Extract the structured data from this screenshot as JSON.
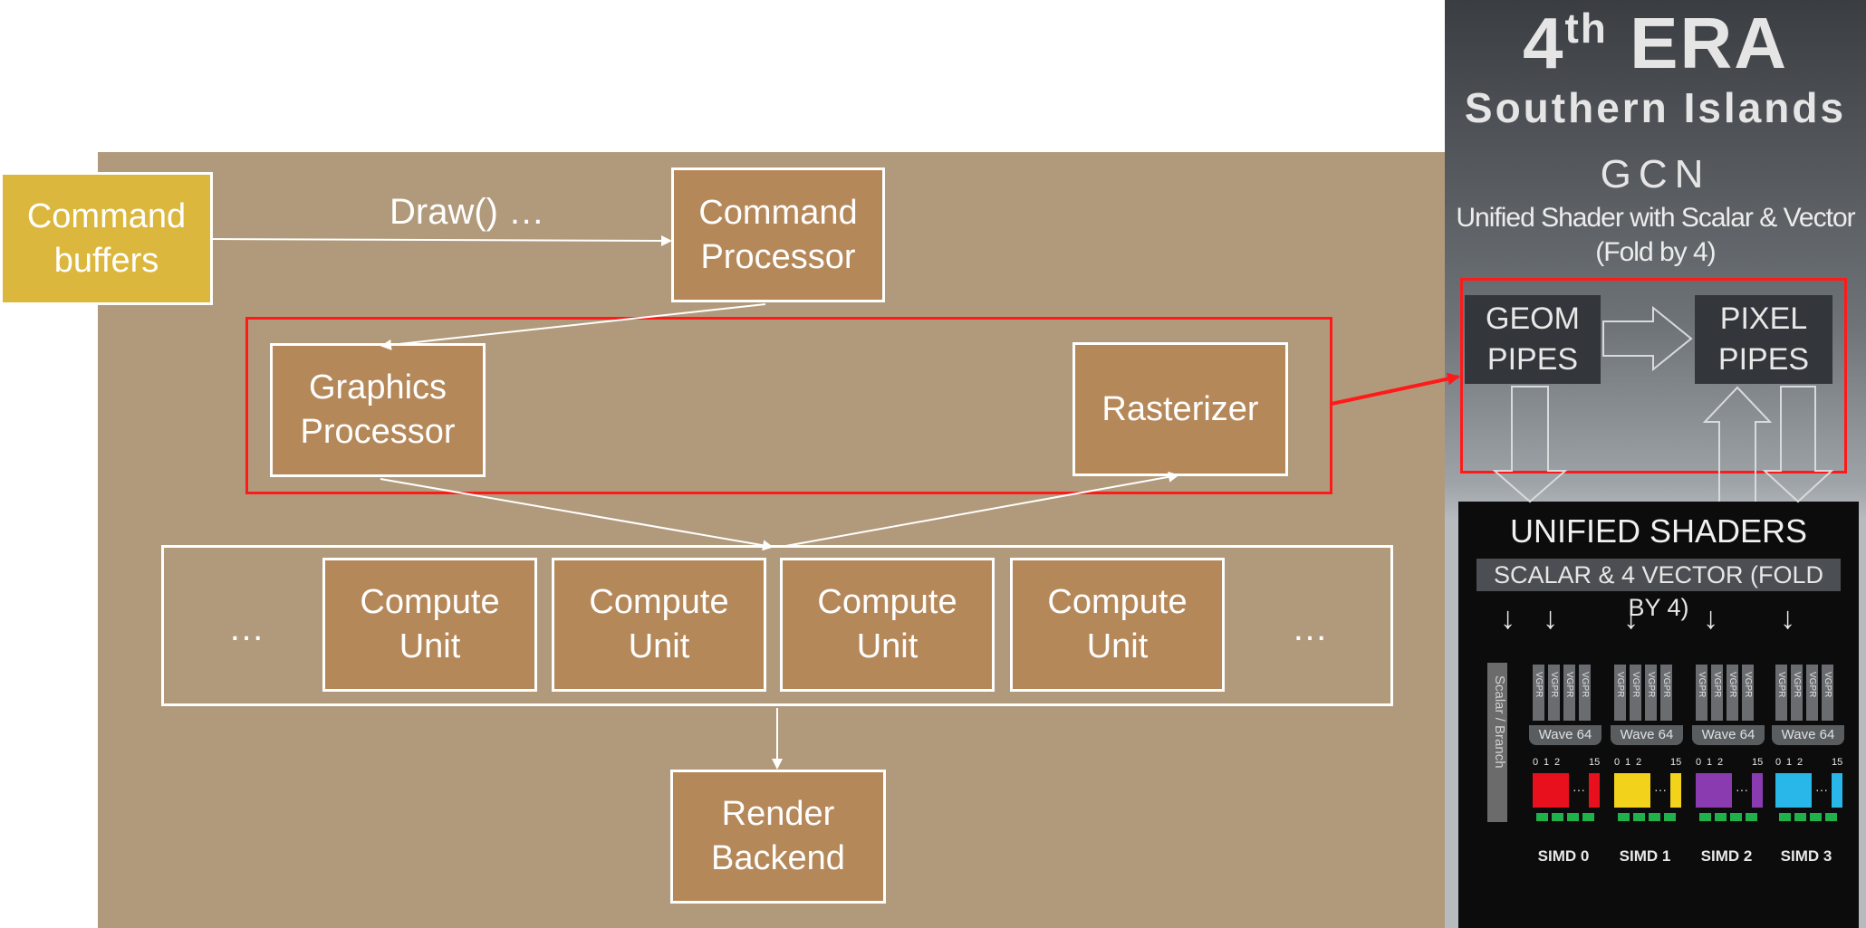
{
  "pipeline": {
    "command_buffers": [
      "Command",
      "buffers"
    ],
    "draw_label": "Draw() …",
    "command_processor": [
      "Command",
      "Processor"
    ],
    "graphics_processor": [
      "Graphics",
      "Processor"
    ],
    "rasterizer": "Rasterizer",
    "compute_units": [
      [
        "Compute",
        "Unit"
      ],
      [
        "Compute",
        "Unit"
      ],
      [
        "Compute",
        "Unit"
      ],
      [
        "Compute",
        "Unit"
      ]
    ],
    "ellipsis_left": "…",
    "ellipsis_right": "…",
    "render_backend": [
      "Render",
      "Backend"
    ]
  },
  "gcn_panel": {
    "era_number": "4",
    "era_suffix": "th",
    "era_word": "ERA",
    "family": "Southern Islands",
    "arch": "GCN",
    "arch_desc": [
      "Unified Shader with Scalar & Vector",
      "(Fold by 4)"
    ],
    "geom_pipes": [
      "GEOM",
      "PIPES"
    ],
    "pixel_pipes": [
      "PIXEL",
      "PIPES"
    ],
    "unified_shaders": "UNIFIED SHADERS",
    "unified_sub": "SCALAR & 4 VECTOR (FOLD BY 4)",
    "scalar_label": "Scalar / Branch",
    "vgpr_label": "VGPR",
    "wave_label": "Wave 64",
    "simds": [
      "SIMD 0",
      "SIMD 1",
      "SIMD 2",
      "SIMD 3"
    ],
    "lane_indices": [
      "0",
      "1",
      "2",
      "15"
    ],
    "simd_colors": [
      "#e8101c",
      "#f3d21c",
      "#8a3bb0",
      "#29b6e8"
    ]
  },
  "colors": {
    "panel_bg": "#b19a7b",
    "box_fill": "#b5885a",
    "command_buffer_fill": "#dcb73e",
    "highlight": "#ff1a1a"
  }
}
